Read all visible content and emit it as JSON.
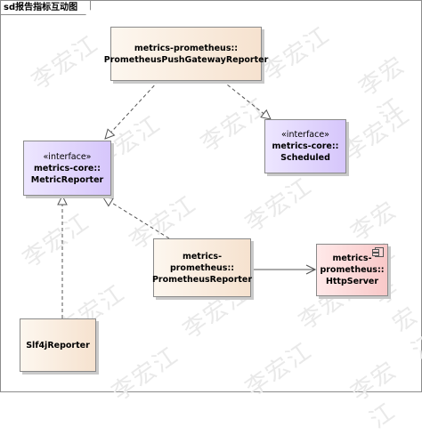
{
  "frame": {
    "label": "sd报告指标互动图"
  },
  "watermark": {
    "text": "李宏江"
  },
  "nodes": {
    "push_gateway_reporter": {
      "line1": "metrics-prometheus::",
      "line2": "PrometheusPushGatewayReporter"
    },
    "scheduled": {
      "stereotype": "«interface»",
      "line1": "metrics-core::",
      "line2": "Scheduled"
    },
    "metric_reporter": {
      "stereotype": "«interface»",
      "line1": "metrics-core::",
      "line2": "MetricReporter"
    },
    "prometheus_reporter": {
      "line1": "metrics-prometheus::",
      "line2": "PrometheusReporter"
    },
    "http_server": {
      "line1": "metrics-",
      "line2": "prometheus::",
      "line3": "HttpServer"
    },
    "slf4j_reporter": {
      "line1": "Slf4jReporter"
    }
  },
  "colors": {
    "class_fill": "#f6e2cf",
    "interface_fill": "#d6c6fb",
    "component_fill": "#f9c8c8",
    "line": "#555555"
  },
  "relations": [
    {
      "from": "PrometheusPushGatewayReporter",
      "to": "MetricReporter",
      "kind": "realization"
    },
    {
      "from": "PrometheusPushGatewayReporter",
      "to": "Scheduled",
      "kind": "realization"
    },
    {
      "from": "PrometheusReporter",
      "to": "MetricReporter",
      "kind": "realization"
    },
    {
      "from": "Slf4jReporter",
      "to": "MetricReporter",
      "kind": "realization"
    },
    {
      "from": "PrometheusReporter",
      "to": "HttpServer",
      "kind": "association"
    }
  ]
}
